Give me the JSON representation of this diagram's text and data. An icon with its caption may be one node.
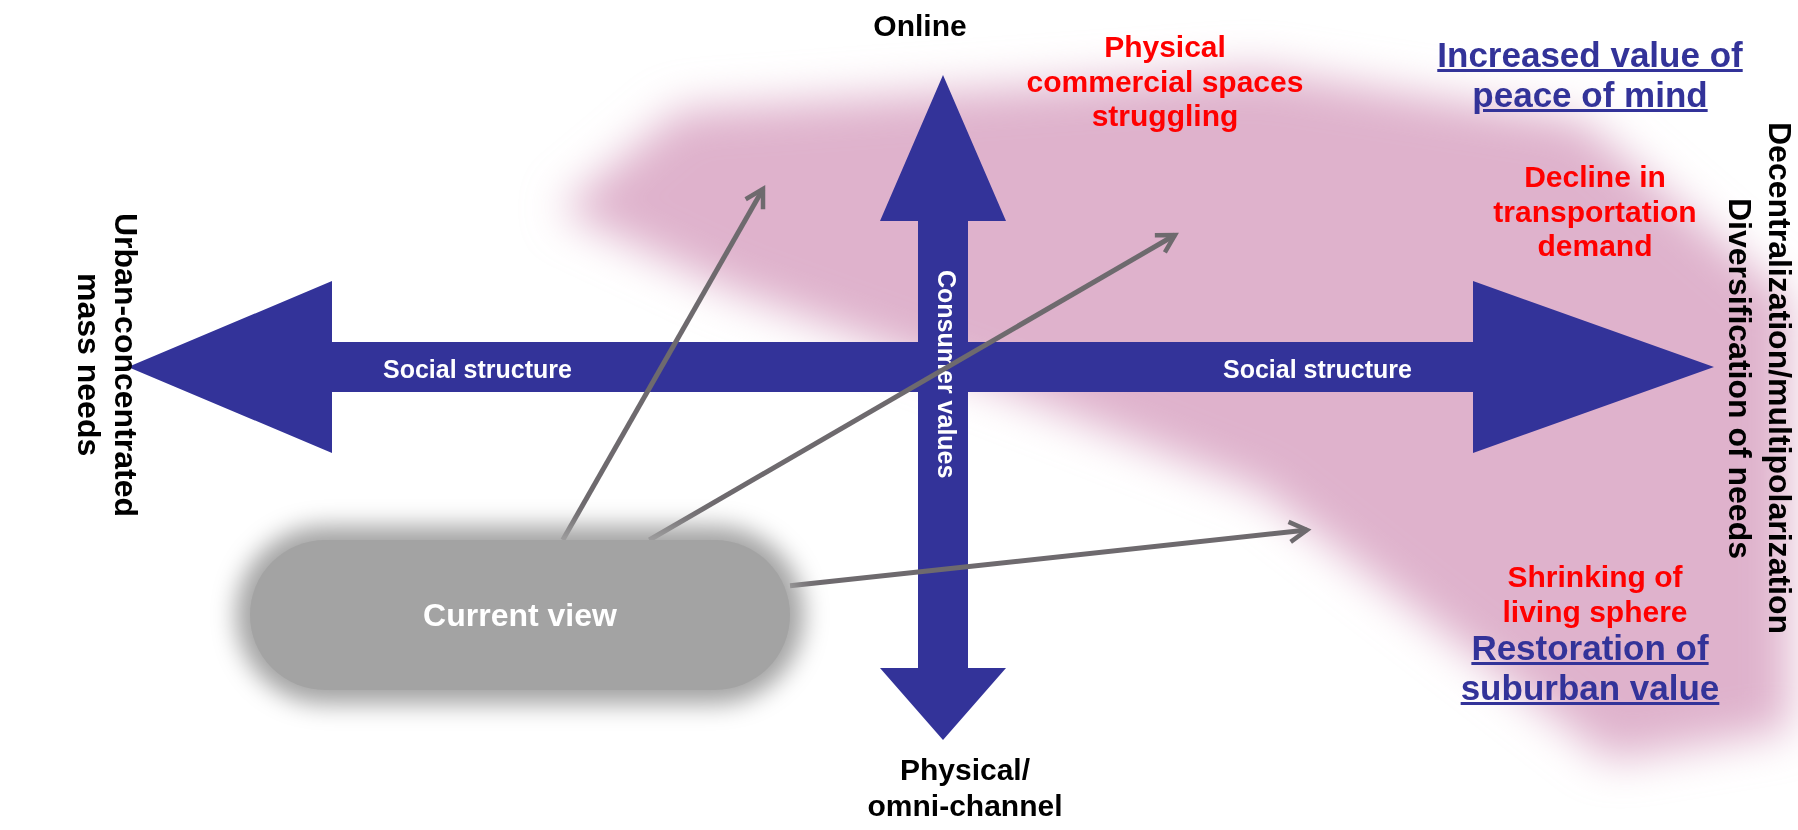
{
  "diagram": {
    "nodes": [
      {
        "text": [
          "Social structure",
          "Social structure"
        ]
      },
      {
        "text": [
          "Consumer values"
        ]
      },
      {
        "text": [
          "Current view"
        ]
      }
    ],
    "edges": [
      {
        "from": 2,
        "to": null,
        "arrow": "to"
      },
      {
        "from": 2,
        "to": null,
        "arrow": "to"
      },
      {
        "from": 2,
        "to": null,
        "arrow": "to"
      }
    ],
    "labels": [
      "Online",
      "Physical commercial spaces struggling",
      "Increased value of peace of mind",
      "Decline in transportation demand",
      "Urban-concentrated mass needs",
      "Decentralization/multipolarization",
      "Diversification of needs",
      "Shrinking of living sphere",
      "Restoration of suburban value",
      "Physical/ omni-channel"
    ]
  }
}
